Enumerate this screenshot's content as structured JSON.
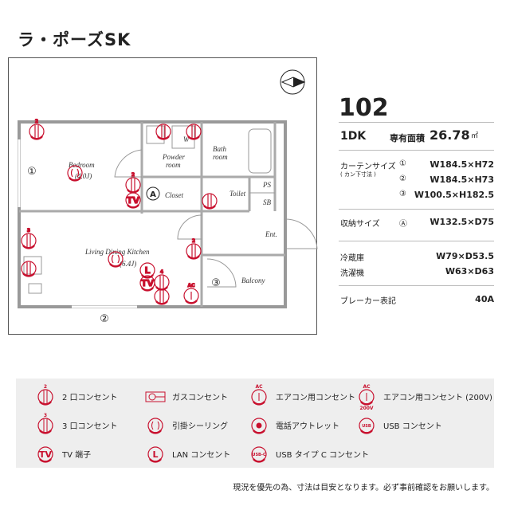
{
  "title": "ラ・ポーズSK",
  "colors": {
    "outlet_red": "#c8102e",
    "wall": "#999999",
    "legend_bg": "#eeeeee"
  },
  "floorplan": {
    "compass": "north-arrow-icon",
    "rooms": {
      "bedroom": "Bedroom",
      "bedroom_size": "(4.0J)",
      "powder": "Powder",
      "powder2": "room",
      "washer": "W",
      "bath": "Bath",
      "bath2": "room",
      "closet": "Closet",
      "toilet": "Toilet",
      "ps": "PS",
      "sb": "SB",
      "ent": "Ent.",
      "ldk": "Living Dining Kitchen",
      "ldk_size": "(6.4J)",
      "balcony": "Balcony"
    },
    "markers": {
      "m1": "①",
      "m2": "②",
      "m3": "③",
      "mA": "A"
    },
    "outlet_labels": {
      "two": "2",
      "three": "3",
      "four": "4",
      "ac": "AC",
      "tv": "TV",
      "lan": "L"
    }
  },
  "info": {
    "unit": "102",
    "layout": "1DK",
    "area_label": "専有面積",
    "area_value": "26.78",
    "area_unit": "㎡",
    "curtain_label": "カーテンサイズ",
    "curtain_sub": "( カン下寸法 )",
    "curtains": [
      {
        "mark": "①",
        "size": "W184.5×H72"
      },
      {
        "mark": "②",
        "size": "W184.5×H73"
      },
      {
        "mark": "③",
        "size": "W100.5×H182.5"
      }
    ],
    "storage_label": "収納サイズ",
    "storage_mark": "Ⓐ",
    "storage_size": "W132.5×D75",
    "fridge_label": "冷蔵庫",
    "fridge_size": "W79×D53.5",
    "washer_label": "洗濯機",
    "washer_size": "W63×D63",
    "breaker_label": "ブレーカー表記",
    "breaker_value": "40A"
  },
  "legend": [
    {
      "icon": "two-outlet-icon",
      "label": "2 口コンセント",
      "glyph": "2"
    },
    {
      "icon": "gas-outlet-icon",
      "label": "ガスコンセント"
    },
    {
      "icon": "ac-outlet-icon",
      "label": "エアコン用コンセント",
      "glyph": "AC"
    },
    {
      "icon": "ac-200v-outlet-icon",
      "label": "エアコン用コンセント (200V)",
      "glyph": "AC",
      "glyph2": "200V"
    },
    {
      "icon": "three-outlet-icon",
      "label": "3 口コンセント",
      "glyph": "3"
    },
    {
      "icon": "ceiling-hook-icon",
      "label": "引掛シーリング"
    },
    {
      "icon": "phone-outlet-icon",
      "label": "電話アウトレット"
    },
    {
      "icon": "usb-outlet-icon",
      "label": "USB コンセント",
      "glyph": "USB"
    },
    {
      "icon": "tv-terminal-icon",
      "label": "TV 端子",
      "glyph": "TV"
    },
    {
      "icon": "lan-outlet-icon",
      "label": "LAN コンセント",
      "glyph": "L"
    },
    {
      "icon": "usb-c-outlet-icon",
      "label": "USB タイプ C コンセント",
      "glyph": "USB-C"
    }
  ],
  "note": "現況を優先の為、寸法は目安となります。必ず事前確認をお願いします。"
}
